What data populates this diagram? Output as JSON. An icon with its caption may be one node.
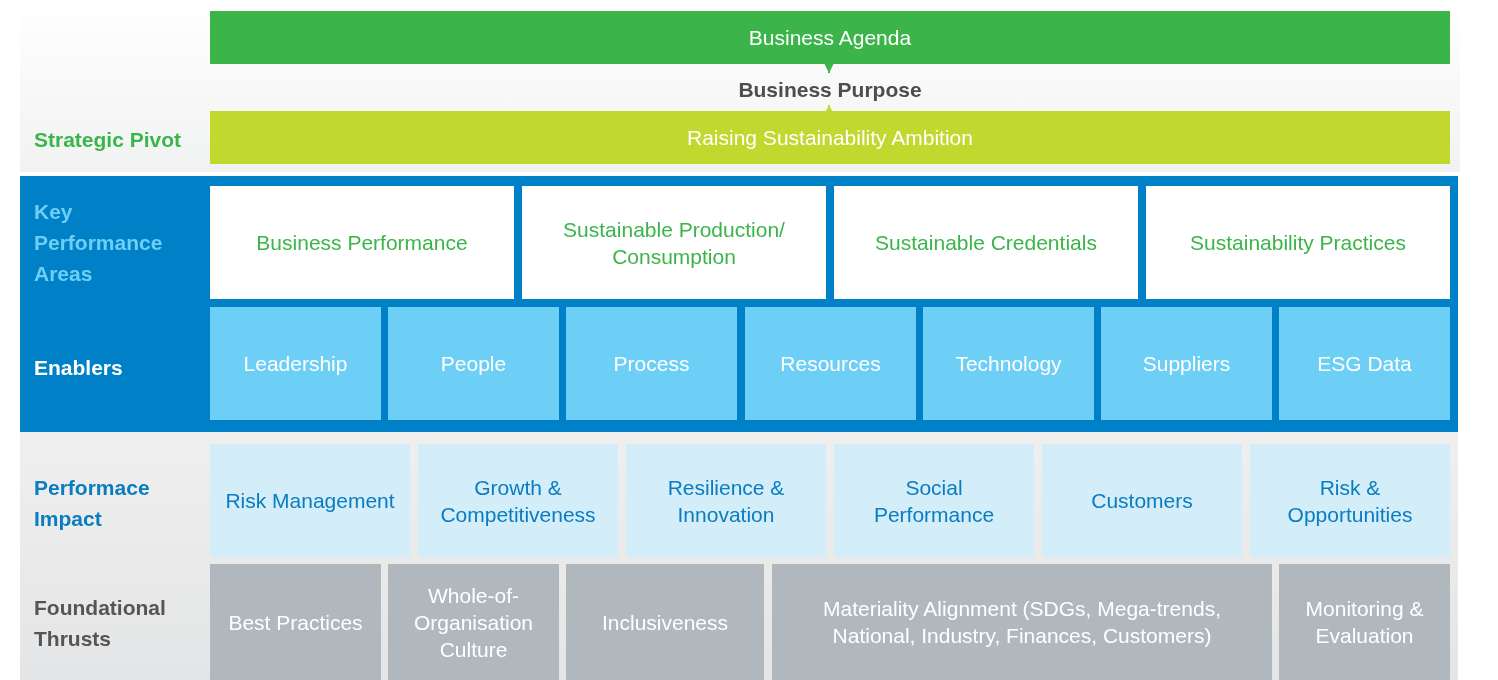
{
  "diagram": {
    "nodes": [
      {
        "text": [
          "Business Agenda"
        ]
      },
      {
        "text": [
          "Business Purpose"
        ]
      },
      {
        "text": [
          "Raising Sustainability Ambition"
        ]
      },
      {
        "text": [
          "Key Performance Areas",
          "Enablers"
        ]
      },
      {
        "text": [
          "Business Performance"
        ],
        "in": 3
      },
      {
        "text": [
          "Sustainable Production/ Consumption"
        ],
        "in": 3
      },
      {
        "text": [
          "Sustainable Credentials"
        ],
        "in": 3
      },
      {
        "text": [
          "Sustainability Practices"
        ],
        "in": 3
      },
      {
        "text": [
          "Leadership"
        ],
        "in": 3
      },
      {
        "text": [
          "People"
        ],
        "in": 3
      },
      {
        "text": [
          "Process"
        ],
        "in": 3
      },
      {
        "text": [
          "Resources"
        ],
        "in": 3
      },
      {
        "text": [
          "Technology"
        ],
        "in": 3
      },
      {
        "text": [
          "Suppliers"
        ],
        "in": 3
      },
      {
        "text": [
          "ESG Data"
        ],
        "in": 3
      },
      {
        "text": [
          "Performace Impact",
          "Foundational Thrusts"
        ]
      },
      {
        "text": [
          "Risk Management"
        ],
        "in": 15
      },
      {
        "text": [
          "Growth & Competitiveness"
        ],
        "in": 15
      },
      {
        "text": [
          "Resilience & Innovation"
        ],
        "in": 15
      },
      {
        "text": [
          "Social Performance"
        ],
        "in": 15
      },
      {
        "text": [
          "Customers"
        ],
        "in": 15
      },
      {
        "text": [
          "Risk & Opportunities"
        ],
        "in": 15
      },
      {
        "text": [
          "Best Practices"
        ],
        "in": 15
      },
      {
        "text": [
          "Whole-of-Organisation Culture"
        ],
        "in": 15
      },
      {
        "text": [
          "Inclusiveness"
        ],
        "in": 15
      },
      {
        "text": [
          "Materiality Alignment (SDGs, Mega-trends, National, Industry, Finances, Customers)"
        ],
        "in": 15
      },
      {
        "text": [
          "Monitoring & Evaluation"
        ],
        "in": 15
      }
    ],
    "edges": [
      {
        "from": 0,
        "to": 1,
        "arrow": "to",
        "color": "#3bb54a"
      },
      {
        "from": 2,
        "to": 1,
        "arrow": "to",
        "color": "#c1d82f"
      }
    ],
    "labels": [
      "Strategic Pivot"
    ]
  }
}
